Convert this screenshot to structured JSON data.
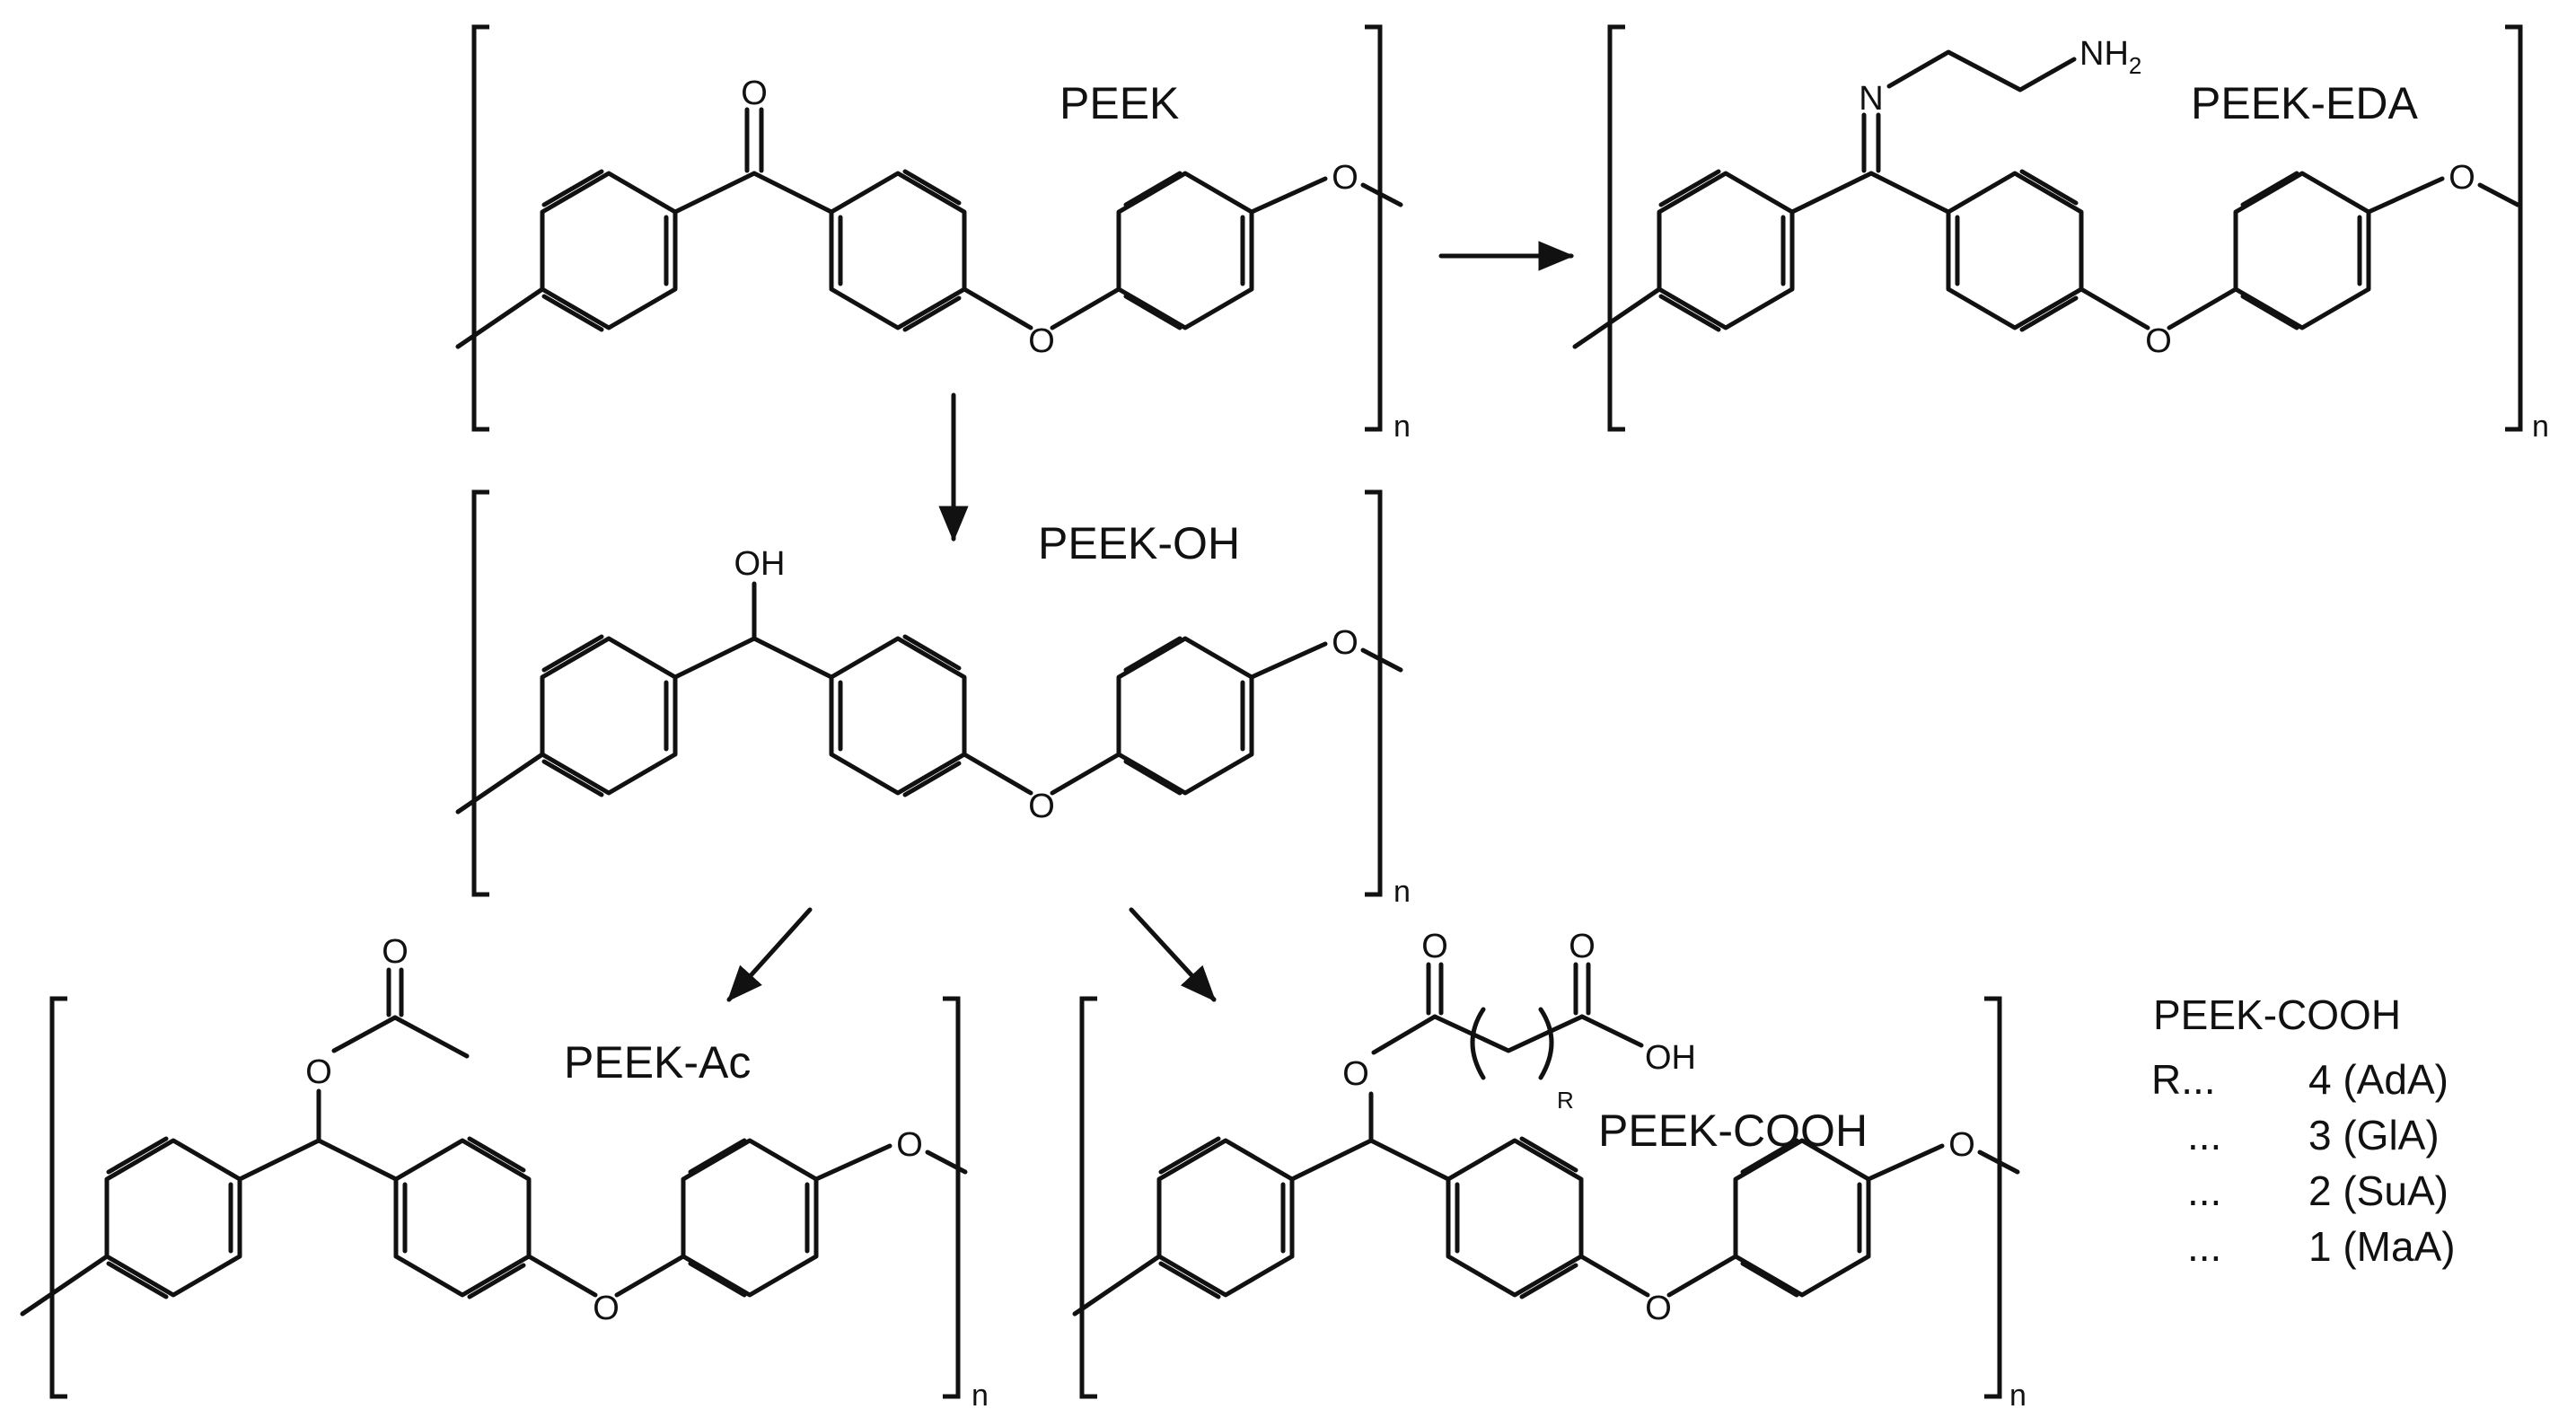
{
  "labels": {
    "peek": "PEEK",
    "peek_eda": "PEEK-EDA",
    "peek_oh": "PEEK-OH",
    "peek_ac": "PEEK-Ac",
    "peek_cooh": "PEEK-COOH"
  },
  "atoms": {
    "oxygen": "O",
    "nitrogen": "N",
    "hydroxyl": "OH",
    "amine": "NH",
    "amine_sub": "2",
    "r_group": "R",
    "repeat_n": "n"
  },
  "legend": {
    "title": "PEEK-COOH",
    "rows": [
      {
        "key": "R...",
        "value": "4 (AdA)"
      },
      {
        "key": "...",
        "value": "3 (GlA)"
      },
      {
        "key": "...",
        "value": "2 (SuA)"
      },
      {
        "key": "...",
        "value": "1 (MaA)"
      }
    ]
  },
  "colors": {
    "ink": "#111111",
    "background": "#ffffff"
  }
}
